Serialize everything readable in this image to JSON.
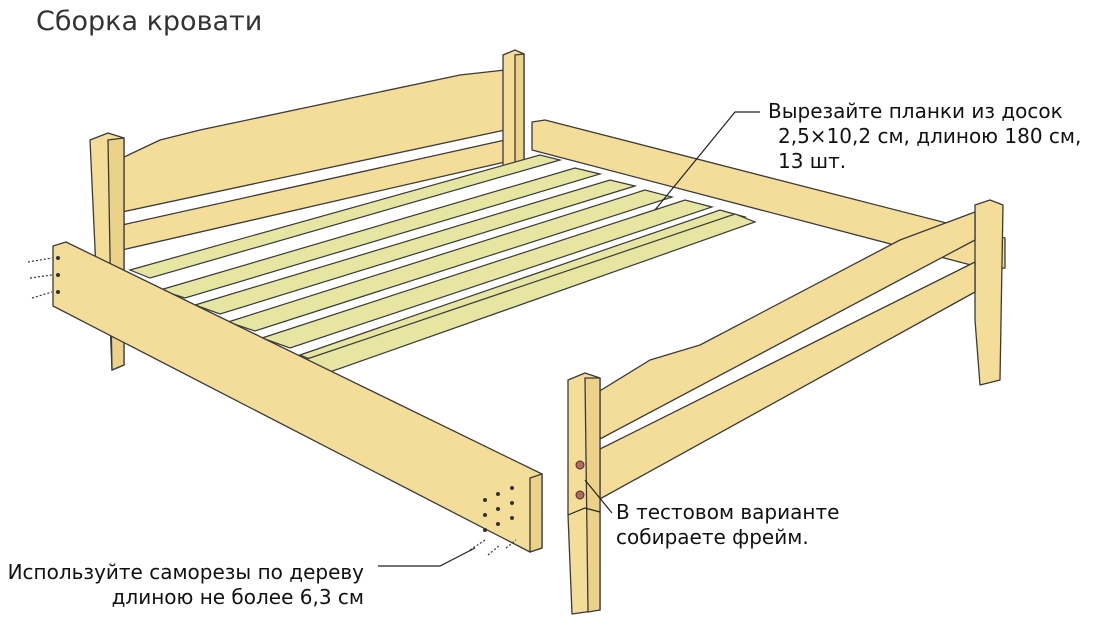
{
  "title": "Сборка кровати",
  "notes": {
    "slats": [
      "Вырезайте планки из досок",
      "2,5×10,2 см, длиною 180 см,",
      "13 шт."
    ],
    "frame": [
      "В тестовом варианте",
      "собираете фрейм."
    ],
    "screws": [
      "Используйте саморезы по дереву",
      "длиною не более 6,3 см"
    ]
  },
  "colors": {
    "wood": "#f4dd98",
    "slat": "#e6e6a2",
    "outline": "#3a3a3a"
  }
}
